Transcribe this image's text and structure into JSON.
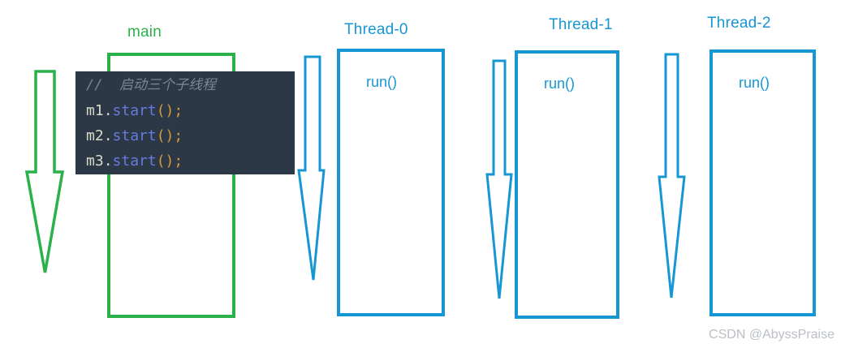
{
  "colors": {
    "main_green": "#2bb14a",
    "thread_blue": "#1697d4",
    "code_background": "#2c3845",
    "comment_gray": "#7b8694",
    "variable_cream": "#d8dcc8",
    "method_blue": "#667be0",
    "punctuation_gold": "#d79a3a",
    "watermark_gray": "#bcc0c5"
  },
  "main_lane": {
    "label": "main"
  },
  "code_block": {
    "comment": "//  启动三个子线程",
    "lines": [
      {
        "object": "m1",
        "dot": ".",
        "method": "start",
        "call": "();"
      },
      {
        "object": "m2",
        "dot": ".",
        "method": "start",
        "call": "();"
      },
      {
        "object": "m3",
        "dot": ".",
        "method": "start",
        "call": "();"
      }
    ]
  },
  "threads": [
    {
      "label": "Thread-0",
      "method": "run()"
    },
    {
      "label": "Thread-1",
      "method": "run()"
    },
    {
      "label": "Thread-2",
      "method": "run()"
    }
  ],
  "watermark": "CSDN @AbyssPraise"
}
